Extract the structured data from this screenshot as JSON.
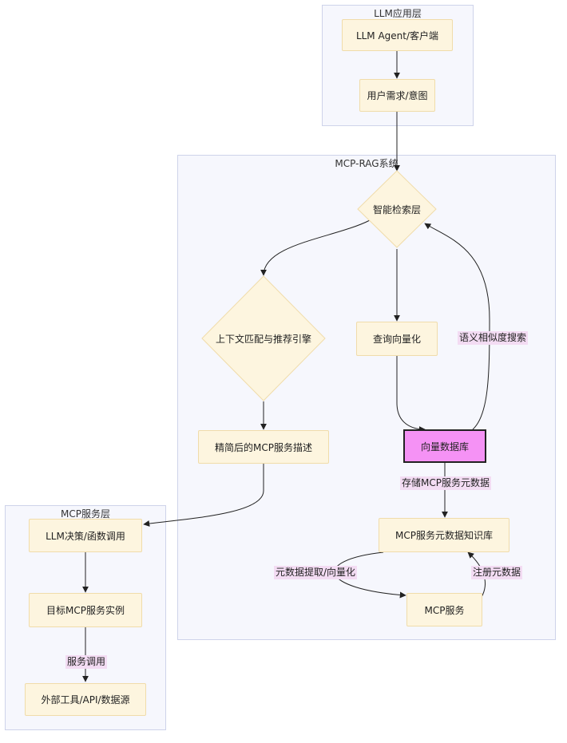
{
  "clusters": {
    "llm_app": "LLM应用层",
    "mcp_rag": "MCP-RAG系统",
    "mcp_service": "MCP服务层"
  },
  "nodes": {
    "llm_agent": "LLM Agent/客户端",
    "user_request": "用户需求/意图",
    "smart_retrieval": "智能检索层",
    "context_engine": "上下文匹配与推荐引擎",
    "query_vector": "查询向量化",
    "vector_db": "向量数据库",
    "refined_desc": "精简后的MCP服务描述",
    "metadata_kb": "MCP服务元数据知识库",
    "mcp_service": "MCP服务",
    "llm_decision": "LLM决策/函数调用",
    "target_instance": "目标MCP服务实例",
    "external_tools": "外部工具/API/数据源"
  },
  "edge_labels": {
    "semantic_search": "语义相似度搜索",
    "store_metadata": "存储MCP服务元数据",
    "extract_vectorize": "元数据提取/向量化",
    "register_metadata": "注册元数据",
    "service_call": "服务调用"
  }
}
